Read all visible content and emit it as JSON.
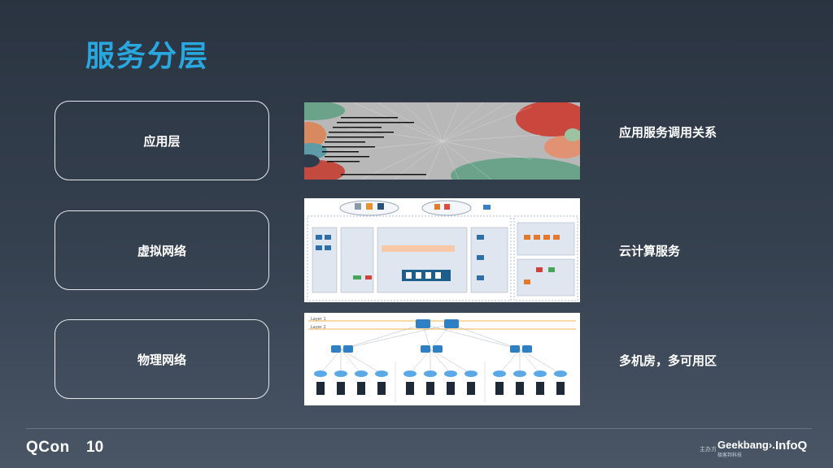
{
  "slide": {
    "title": "服务分层"
  },
  "layers": [
    {
      "label": "应用层",
      "description": "应用服务调用关系"
    },
    {
      "label": "虚拟网络",
      "description": "云计算服务"
    },
    {
      "label": "物理网络",
      "description": "多机房，多可用区"
    }
  ],
  "diagram_labels": {
    "layer1": "Layer 1",
    "layer2": "Layer 2"
  },
  "footer": {
    "brand": "QCon",
    "brand_mark": "10",
    "sponsor_text": "主办方",
    "geekbang": "Geekbang›.",
    "geekbang_sub": "极客邦科技",
    "infoq": "InfoQ"
  },
  "colors": {
    "title": "#29a8e0",
    "background_top": "#2a3441",
    "background_bottom": "#4a5666"
  }
}
